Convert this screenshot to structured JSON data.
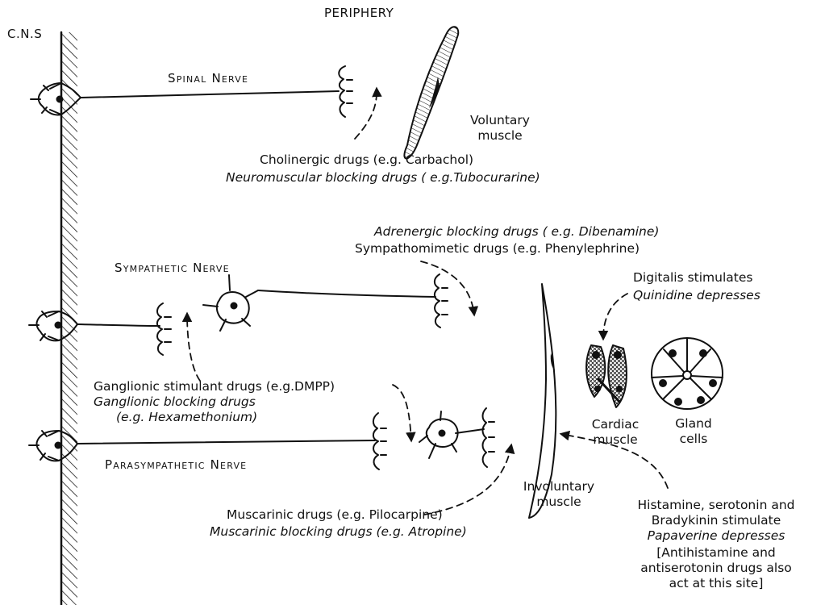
{
  "headers": {
    "cns": "C.N.S",
    "periphery": "PERIPHERY"
  },
  "nerves": {
    "spinal": "Spinal Nerve",
    "sympathetic": "Sympathetic Nerve",
    "parasympathetic": "Parasympathetic Nerve"
  },
  "organs": {
    "voluntary": [
      "Voluntary",
      "muscle"
    ],
    "involuntary": [
      "Involuntary",
      "muscle"
    ],
    "cardiac": [
      "Cardiac",
      "muscle"
    ],
    "gland": [
      "Gland",
      "cells"
    ]
  },
  "drugs": {
    "neuromuscular": [
      "Cholinergic drugs  (e.g. Carbachol)",
      "Neuromuscular  blocking  drugs  ( e.g.Tubocurarine)"
    ],
    "adrenergic": [
      "Adrenergic  blocking  drugs ( e.g. Dibenamine)",
      "Sympathomimetic  drugs (e.g. Phenylephrine)"
    ],
    "cardiac": [
      "Digitalis stimulates",
      "Quinidine depresses"
    ],
    "ganglionic": [
      "Ganglionic  stimulant drugs (e.g.DMPP)",
      "Ganglionic  blocking  drugs",
      "(e.g. Hexamethonium)"
    ],
    "muscarinic": [
      "Muscarinic drugs (e.g. Pilocarpine)",
      "Muscarinic  blocking  drugs  (e.g. Atropine)"
    ],
    "smooth": [
      "Histamine,  serotonin and",
      "Bradykinin stimulate",
      "Papaverine depresses",
      "[Antihistamine  and",
      "antiserotonin drugs also",
      "act at this site]"
    ]
  },
  "colors": {
    "ink": "#111111",
    "background": "#ffffff"
  }
}
